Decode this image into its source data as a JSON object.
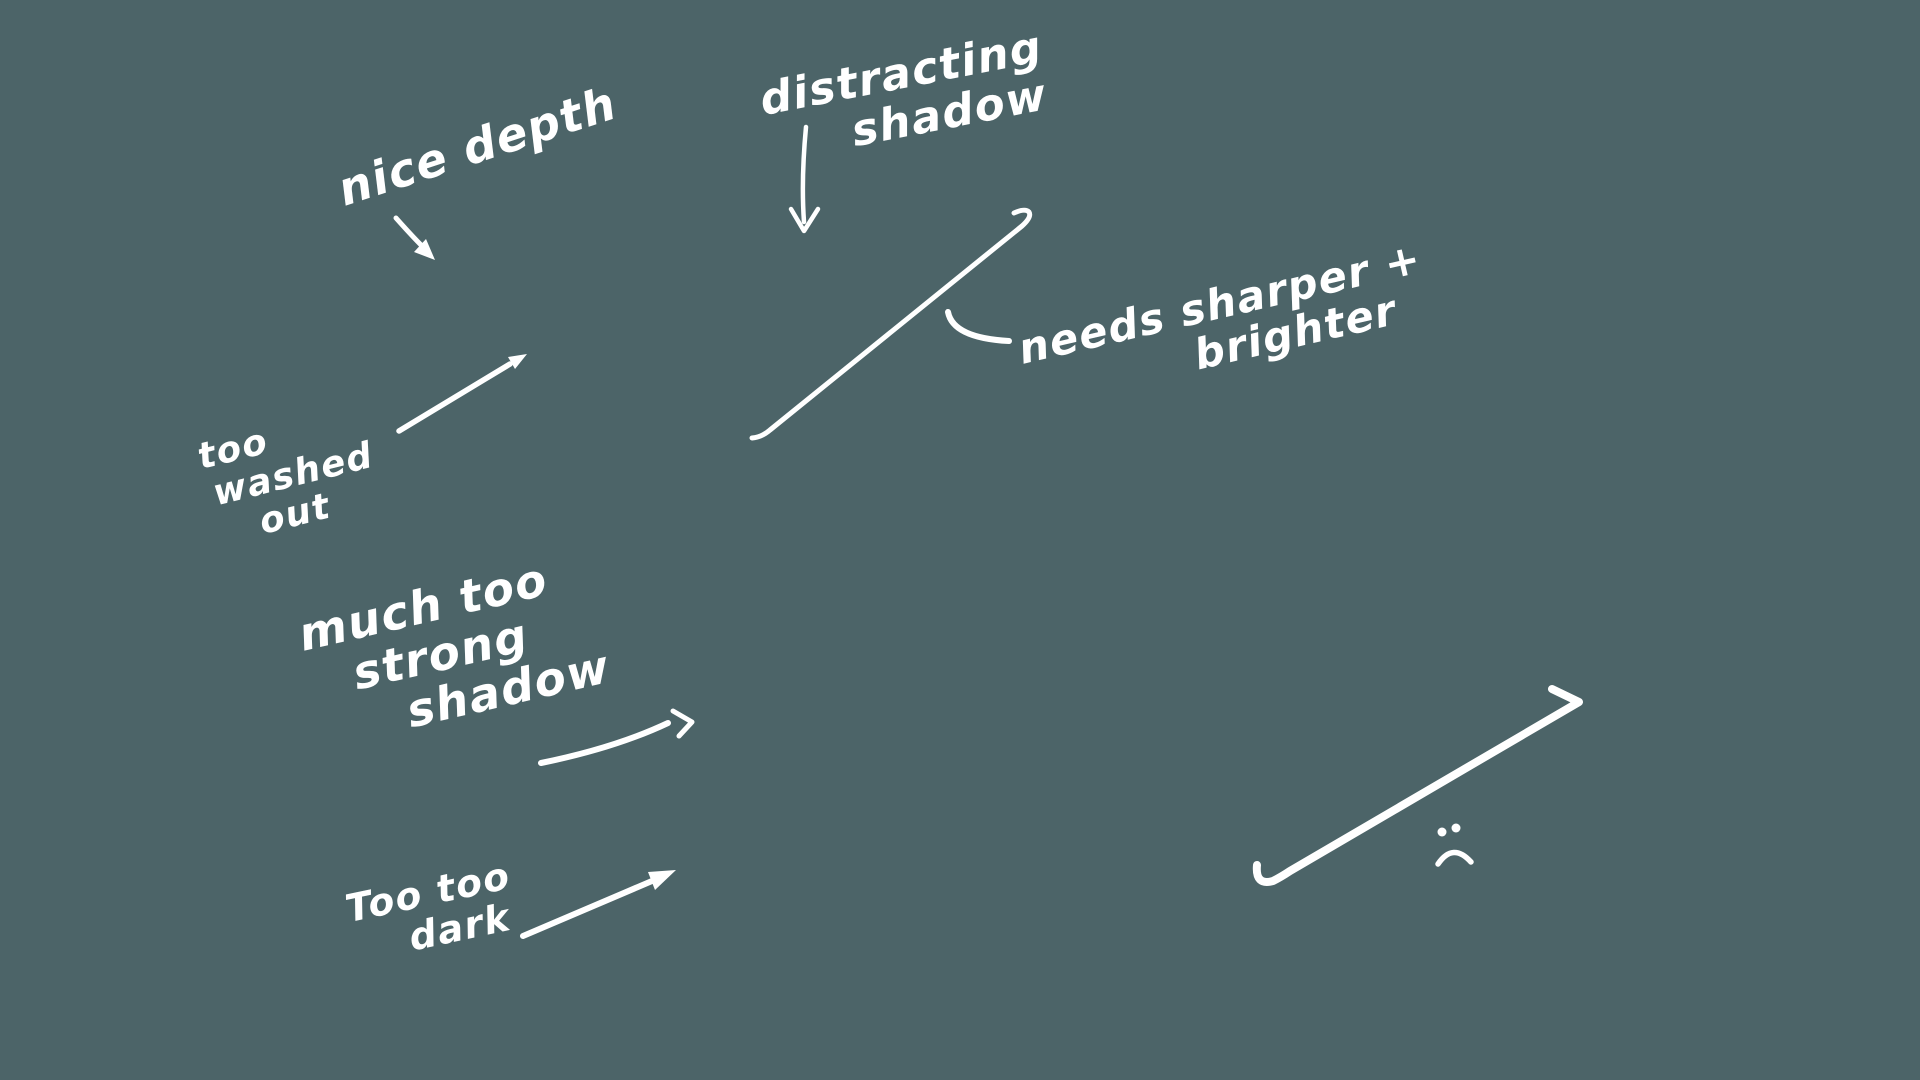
{
  "canvas": {
    "background_color": "#4c6468",
    "ink_color": "#ffffff"
  },
  "notes": [
    {
      "id": "nice-depth",
      "lines": [
        "nice depth"
      ]
    },
    {
      "id": "distracting-shadow",
      "lines": [
        "distracting",
        "shadow"
      ]
    },
    {
      "id": "needs-sharper-brighter",
      "lines": [
        "needs sharper +",
        "brighter"
      ]
    },
    {
      "id": "too-washed-out",
      "lines": [
        "too",
        "washed",
        "out"
      ]
    },
    {
      "id": "much-too-strong-shadow",
      "lines": [
        "much too",
        "strong",
        "shadow"
      ]
    },
    {
      "id": "too-too-dark",
      "lines": [
        "Too too",
        "dark"
      ]
    }
  ],
  "symbols": [
    {
      "id": "sad-face",
      "glyph": ":("
    }
  ]
}
